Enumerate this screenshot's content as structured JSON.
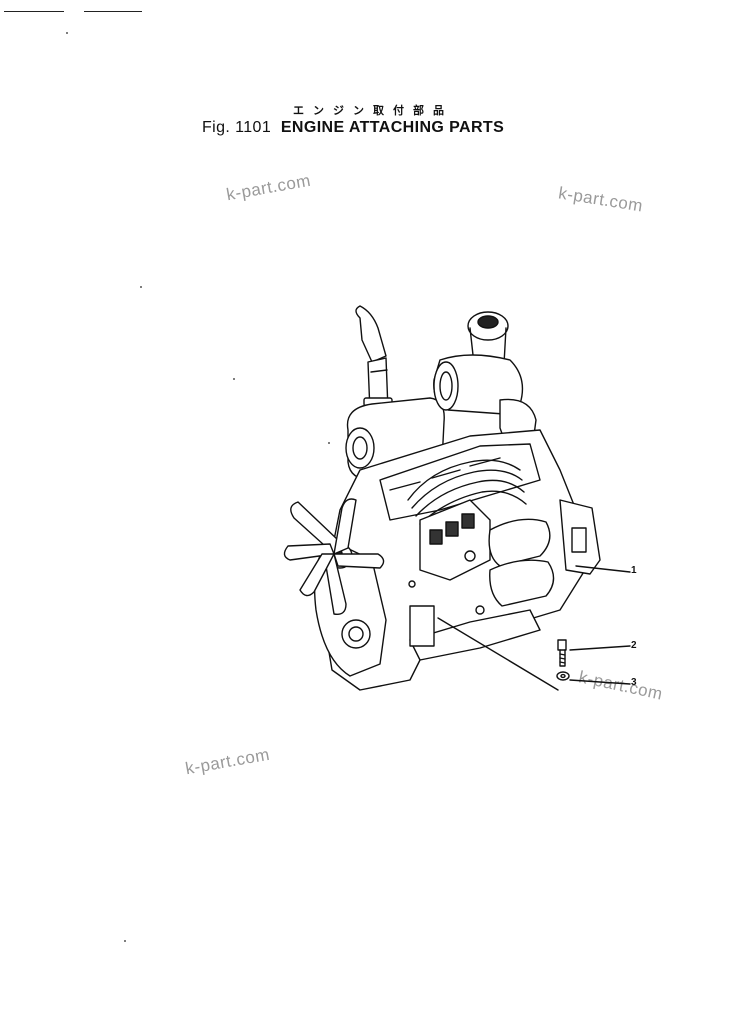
{
  "title": {
    "japanese": "エンジン取付部品",
    "figure": "Fig. 1101",
    "caption": "ENGINE ATTACHING PARTS"
  },
  "watermarks": [
    "k-part.com",
    "k-part.com",
    "k-part.com",
    "k-part.com"
  ],
  "callouts": [
    "1",
    "2",
    "3"
  ]
}
